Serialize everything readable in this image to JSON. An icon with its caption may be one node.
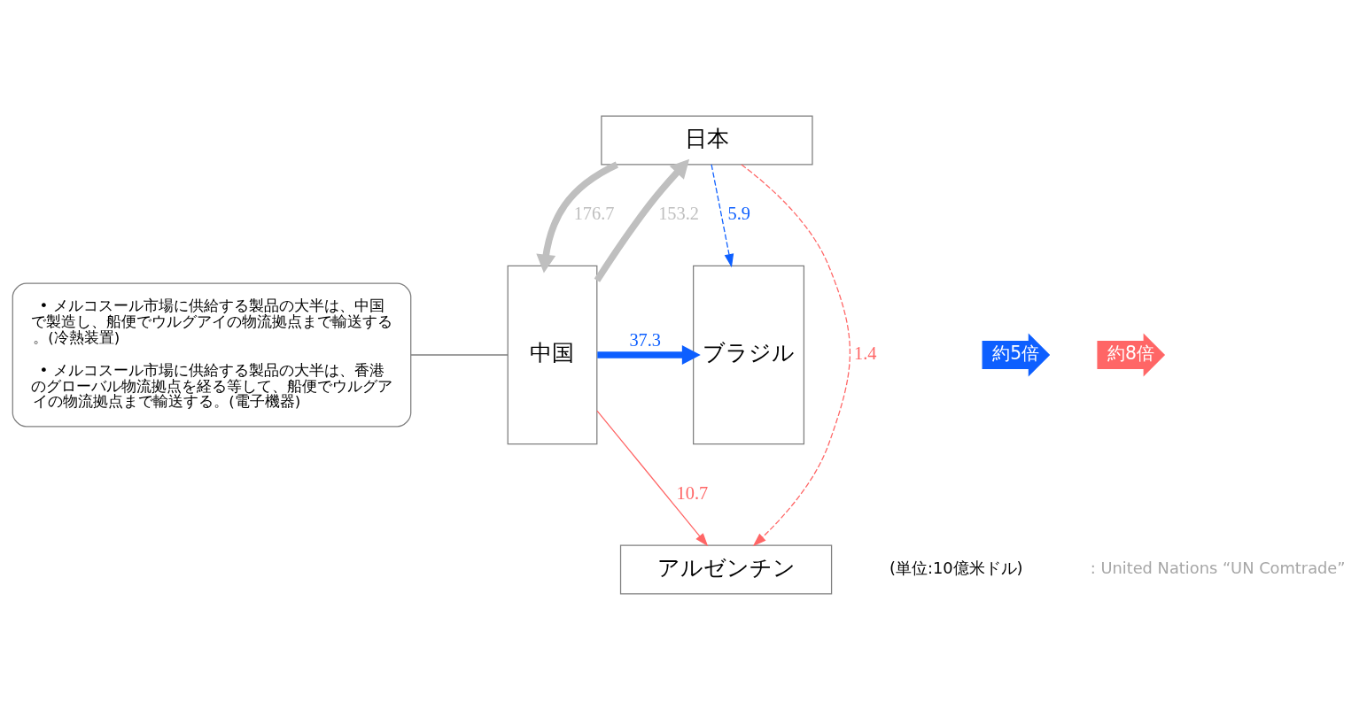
{
  "diagram": {
    "nodes": [
      {
        "text": [
          "日本"
        ]
      },
      {
        "text": [
          "中国"
        ]
      },
      {
        "text": [
          "ブラジル"
        ]
      },
      {
        "text": [
          "アルゼンチン"
        ]
      },
      {
        "text": [
          "• メルコスール市場に供給する製品の大半は、中国で製造し、船便でウルグアイの物流拠点まで輸送する。(冷熱装置)",
          "• メルコスール市場に供給する製品の大半は、香港のグローバル物流拠点を経る等して、船便でウルグアイの物流拠点まで輸送する。(電子機器)"
        ]
      },
      {
        "text": [
          "約5倍"
        ]
      },
      {
        "text": [
          "約8倍"
        ]
      }
    ],
    "edges": [
      {
        "from": 1,
        "to": 0,
        "arrow": "to",
        "label": "153.2",
        "style": "thick",
        "color": "#bfbfbf"
      },
      {
        "from": 0,
        "to": 1,
        "arrow": "to",
        "label": "176.7",
        "style": "thick",
        "color": "#bfbfbf"
      },
      {
        "from": 0,
        "to": 2,
        "arrow": "to",
        "label": "5.9",
        "style": "dashed",
        "color": "#0d5fff"
      },
      {
        "from": 1,
        "to": 2,
        "arrow": "to",
        "label": "37.3",
        "style": "thick",
        "color": "#0d5fff"
      },
      {
        "from": 1,
        "to": 3,
        "arrow": "to",
        "label": "10.7",
        "color": "#ff6666"
      },
      {
        "from": 0,
        "to": 3,
        "arrow": "to",
        "label": "1.4",
        "style": "dashed",
        "color": "#ff6666"
      },
      {
        "from": 4,
        "to": 1,
        "arrow": "none",
        "color": "#7f7f7f"
      }
    ],
    "labels": [
      "(単位:10億米ドル)",
      ": United Nations “UN Comtrade”"
    ]
  }
}
